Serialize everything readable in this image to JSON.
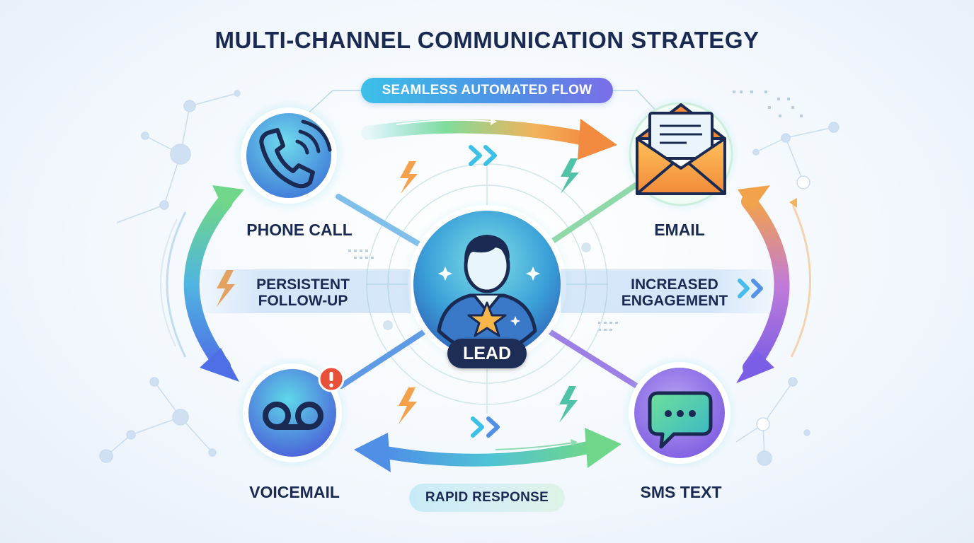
{
  "title": "MULTI-CHANNEL COMMUNICATION STRATEGY",
  "flow_pill": "SEAMLESS AUTOMATED FLOW",
  "rapid_pill": "RAPID RESPONSE",
  "center": {
    "badge": "LEAD",
    "icon": "user-star-icon"
  },
  "channels": {
    "phone": {
      "label": "PHONE CALL",
      "icon": "phone-icon"
    },
    "email": {
      "label": "EMAIL",
      "icon": "envelope-icon"
    },
    "voicemail": {
      "label": "VOICEMAIL",
      "icon": "voicemail-icon"
    },
    "sms": {
      "label": "SMS TEXT",
      "icon": "chat-bubble-icon"
    }
  },
  "side_labels": {
    "left": {
      "line1": "PERSISTENT",
      "line2": "FOLLOW-UP"
    },
    "right": {
      "line1": "INCREASED",
      "line2": "ENGAGEMENT"
    }
  },
  "colors": {
    "navy": "#1a2a52",
    "cyan": "#3cc0e8",
    "blue": "#4f8fe6",
    "green": "#5fd38d",
    "orange": "#f5a04a",
    "purple": "#8a63e6",
    "alert": "#e8503a"
  }
}
